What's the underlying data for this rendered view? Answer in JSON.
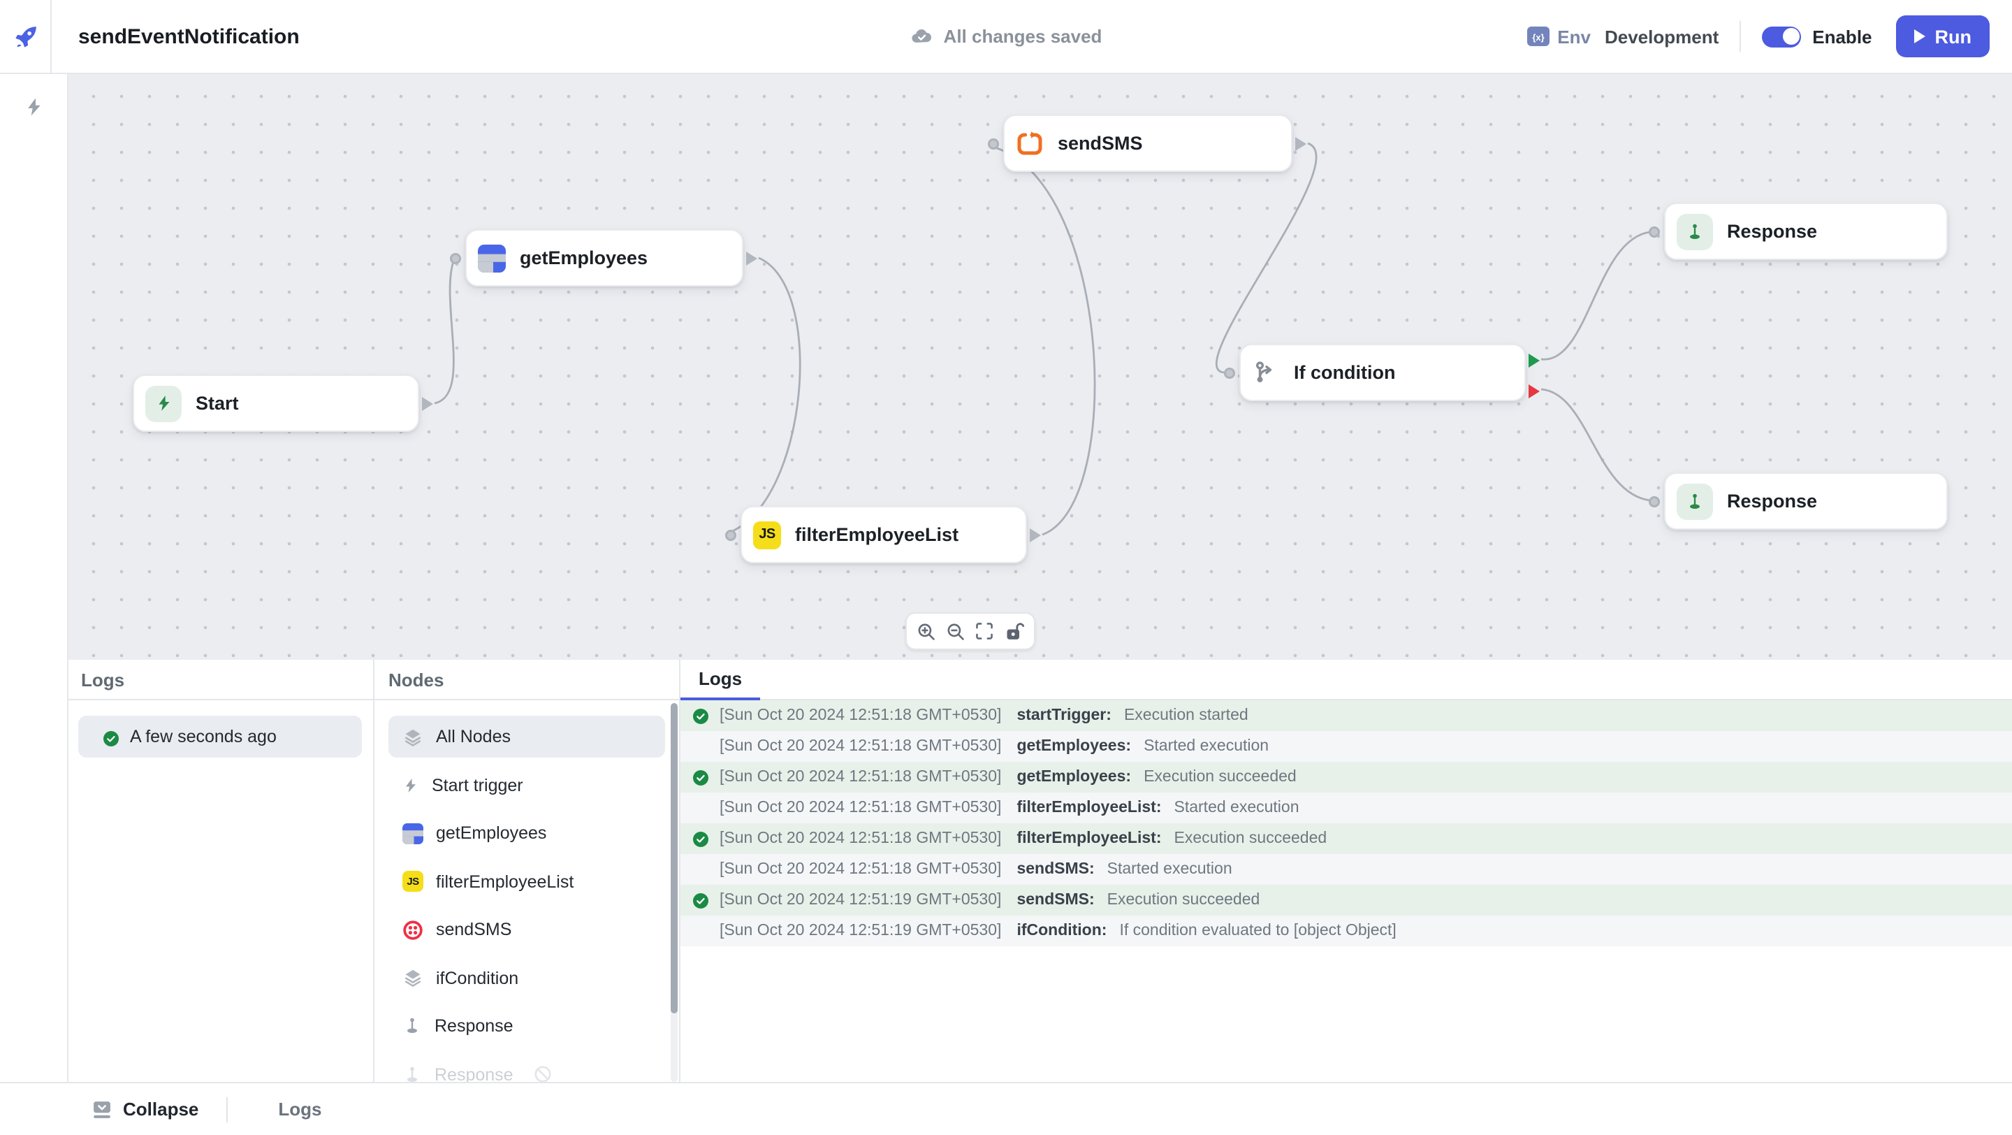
{
  "header": {
    "title": "sendEventNotification",
    "save_status": "All changes saved",
    "env_label": "Env",
    "env_value": "Development",
    "enable_label": "Enable",
    "run_label": "Run"
  },
  "colors": {
    "accent_blue": "#4c5be0",
    "success_green": "#1a8a44",
    "row_green": "#e7f1e9",
    "canvas_bg": "#ebedf1",
    "error_red": "#e5383f",
    "js_yellow": "#f5de19",
    "twilio_red": "#f12e45",
    "query_blue": "#4a66e8",
    "loop_orange": "#f07023"
  },
  "canvas": {
    "nodes": [
      {
        "id": "start",
        "label": "Start",
        "icon": "lightning-icon"
      },
      {
        "id": "getEmployees",
        "label": "getEmployees",
        "icon": "table-icon"
      },
      {
        "id": "sendSMS",
        "label": "sendSMS",
        "icon": "repeat-icon"
      },
      {
        "id": "filterEmployeeList",
        "label": "filterEmployeeList",
        "icon": "js-icon"
      },
      {
        "id": "ifCondition",
        "label": "If condition",
        "icon": "branch-icon"
      },
      {
        "id": "response1",
        "label": "Response",
        "icon": "response-icon"
      },
      {
        "id": "response2",
        "label": "Response",
        "icon": "response-icon"
      }
    ],
    "toolbar_icons": [
      "zoom-in-icon",
      "zoom-out-icon",
      "fit-view-icon",
      "lock-icon"
    ]
  },
  "icons": {
    "js_label": "JS",
    "env_glyph": "{x}"
  },
  "runs_panel": {
    "header": "Logs",
    "items": [
      {
        "label": "A few seconds ago",
        "status": "success"
      }
    ]
  },
  "nodes_panel": {
    "header": "Nodes",
    "items": [
      {
        "label": "All Nodes",
        "icon": "layers-icon"
      },
      {
        "label": "Start trigger",
        "icon": "lightning-icon"
      },
      {
        "label": "getEmployees",
        "icon": "table-icon"
      },
      {
        "label": "filterEmployeeList",
        "icon": "js-icon"
      },
      {
        "label": "sendSMS",
        "icon": "twilio-icon"
      },
      {
        "label": "ifCondition",
        "icon": "layers-icon"
      },
      {
        "label": "Response",
        "icon": "response-icon"
      },
      {
        "label": "Response",
        "icon": "response-icon",
        "disabled": true
      }
    ]
  },
  "logs_panel": {
    "tab": "Logs",
    "entries": [
      {
        "time": "[Sun Oct 20 2024 12:51:18 GMT+0530]",
        "source": "startTrigger:",
        "message": "Execution started",
        "success": true
      },
      {
        "time": "[Sun Oct 20 2024 12:51:18 GMT+0530]",
        "source": "getEmployees:",
        "message": "Started execution",
        "success": false
      },
      {
        "time": "[Sun Oct 20 2024 12:51:18 GMT+0530]",
        "source": "getEmployees:",
        "message": "Execution succeeded",
        "success": true
      },
      {
        "time": "[Sun Oct 20 2024 12:51:18 GMT+0530]",
        "source": "filterEmployeeList:",
        "message": "Started execution",
        "success": false
      },
      {
        "time": "[Sun Oct 20 2024 12:51:18 GMT+0530]",
        "source": "filterEmployeeList:",
        "message": "Execution succeeded",
        "success": true
      },
      {
        "time": "[Sun Oct 20 2024 12:51:18 GMT+0530]",
        "source": "sendSMS:",
        "message": "Started execution",
        "success": false
      },
      {
        "time": "[Sun Oct 20 2024 12:51:19 GMT+0530]",
        "source": "sendSMS:",
        "message": "Execution succeeded",
        "success": true
      },
      {
        "time": "[Sun Oct 20 2024 12:51:19 GMT+0530]",
        "source": "ifCondition:",
        "message": "If condition evaluated to [object Object]",
        "success": false
      }
    ]
  },
  "statusbar": {
    "collapse_label": "Collapse",
    "logs_label": "Logs"
  }
}
